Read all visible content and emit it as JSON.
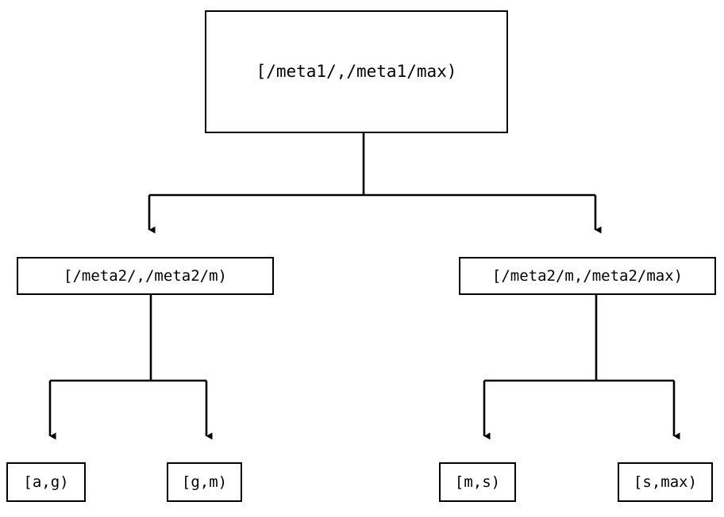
{
  "diagram": {
    "type": "tree",
    "title": "",
    "background_color": "#ffffff",
    "line_color": "#000000",
    "node_fill_color": "#ffffff",
    "node_border_color": "#000000",
    "text_color": "#000000",
    "edge_style": "orthogonal-elbow",
    "arrowhead": "filled-triangle-down",
    "nodes": {
      "root": {
        "label": "[/meta1/,/meta1/max)",
        "level": 0
      },
      "mid_left": {
        "label": "[/meta2/,/meta2/m)",
        "level": 1
      },
      "mid_right": {
        "label": "[/meta2/m,/meta2/max)",
        "level": 1
      },
      "leaf_ag": {
        "label": "[a,g)",
        "level": 2
      },
      "leaf_gm": {
        "label": "[g,m)",
        "level": 2
      },
      "leaf_ms": {
        "label": "[m,s)",
        "level": 2
      },
      "leaf_smax": {
        "label": "[s,max)",
        "level": 2
      }
    },
    "edges": [
      {
        "from": "root",
        "to": "mid_left"
      },
      {
        "from": "root",
        "to": "mid_right"
      },
      {
        "from": "mid_left",
        "to": "leaf_ag"
      },
      {
        "from": "mid_left",
        "to": "leaf_gm"
      },
      {
        "from": "mid_right",
        "to": "leaf_ms"
      },
      {
        "from": "mid_right",
        "to": "leaf_smax"
      }
    ]
  }
}
